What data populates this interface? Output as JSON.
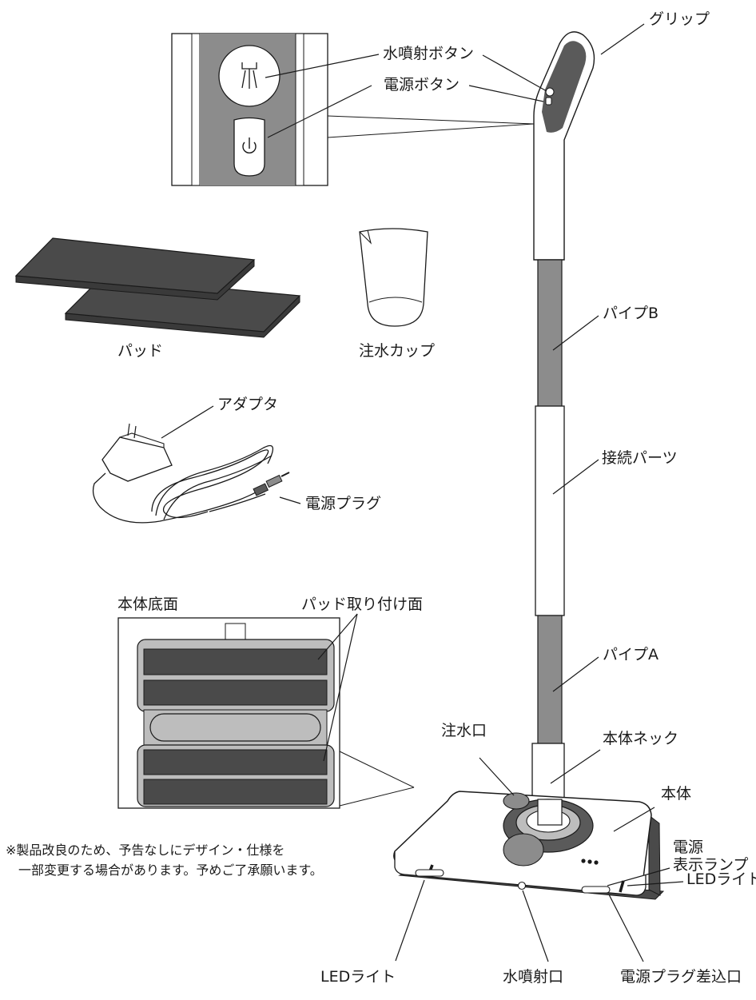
{
  "labels": {
    "grip": "グリップ",
    "spray_button": "水噴射ボタン",
    "power_button": "電源ボタン",
    "pad": "パッド",
    "water_cup": "注水カップ",
    "pipe_b": "パイプB",
    "adapter": "アダプタ",
    "power_plug": "電源プラグ",
    "connector_parts": "接続パーツ",
    "body_bottom": "本体底面",
    "pad_mount_surface": "パッド取り付け面",
    "pipe_a": "パイプA",
    "water_inlet": "注水口",
    "body_neck": "本体ネック",
    "body": "本体",
    "power_lamp_line1": "電源",
    "power_lamp_line2": "表示ランプ",
    "led_light_right": "LEDライト",
    "led_light_left": "LEDライト",
    "spray_outlet": "水噴射口",
    "plug_socket": "電源プラグ差込口"
  },
  "note": {
    "line1": "※製品改良のため、予告なしにデザイン・仕様を",
    "line2": "一部変更する場合があります。予めご了承願います。"
  },
  "colors": {
    "line": "#1a1a1a",
    "dark_gray": "#5a5a5a",
    "mid_gray": "#8c8c8c",
    "light_gray": "#bdbdbd",
    "pad_fill": "#4a4a4a"
  }
}
